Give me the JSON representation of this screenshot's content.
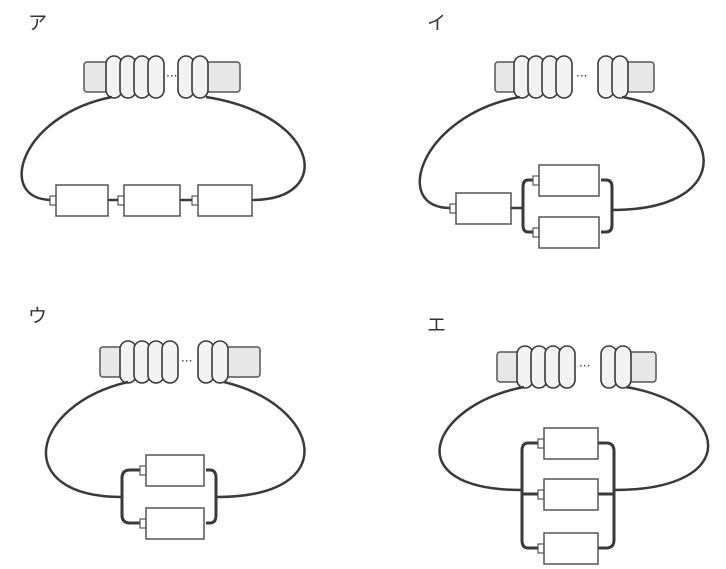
{
  "panels": [
    {
      "label": "ア",
      "battery_groups": [
        1,
        1,
        1
      ]
    },
    {
      "label": "イ",
      "battery_groups": [
        1,
        2
      ]
    },
    {
      "label": "ウ",
      "battery_groups": [
        2
      ]
    },
    {
      "label": "エ",
      "battery_groups": [
        3
      ]
    }
  ],
  "colors": {
    "wire": "#3a3a3a",
    "outline": "#555555",
    "coil_fill": "#e8e8e8",
    "battery_fill": "#ffffff"
  }
}
